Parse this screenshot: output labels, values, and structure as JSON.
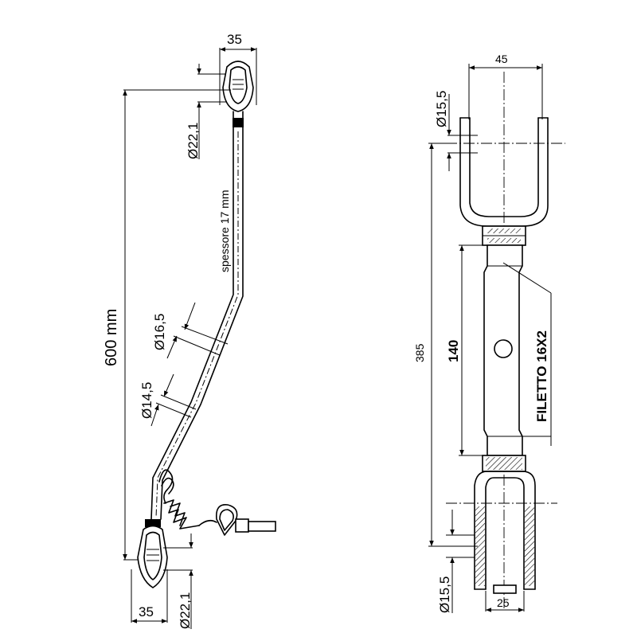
{
  "left_view": {
    "top_eye_width": "35",
    "top_eye_diameter": "Ø22,1",
    "thickness_note": "spessore 17 mm",
    "overall_length": "600 mm",
    "bend_diameter_upper": "Ø16,5",
    "bend_diameter_lower": "Ø14,5",
    "bottom_eye_width": "35",
    "bottom_eye_diameter": "Ø22,1"
  },
  "right_view": {
    "fork_width": "45",
    "pin_hole_top": "Ø15,5",
    "overall_length": "385",
    "thread_length": "140",
    "thread_note": "FILETTO 16X2",
    "pin_hole_bottom": "Ø15,5",
    "bottom_fork_width": "25"
  }
}
